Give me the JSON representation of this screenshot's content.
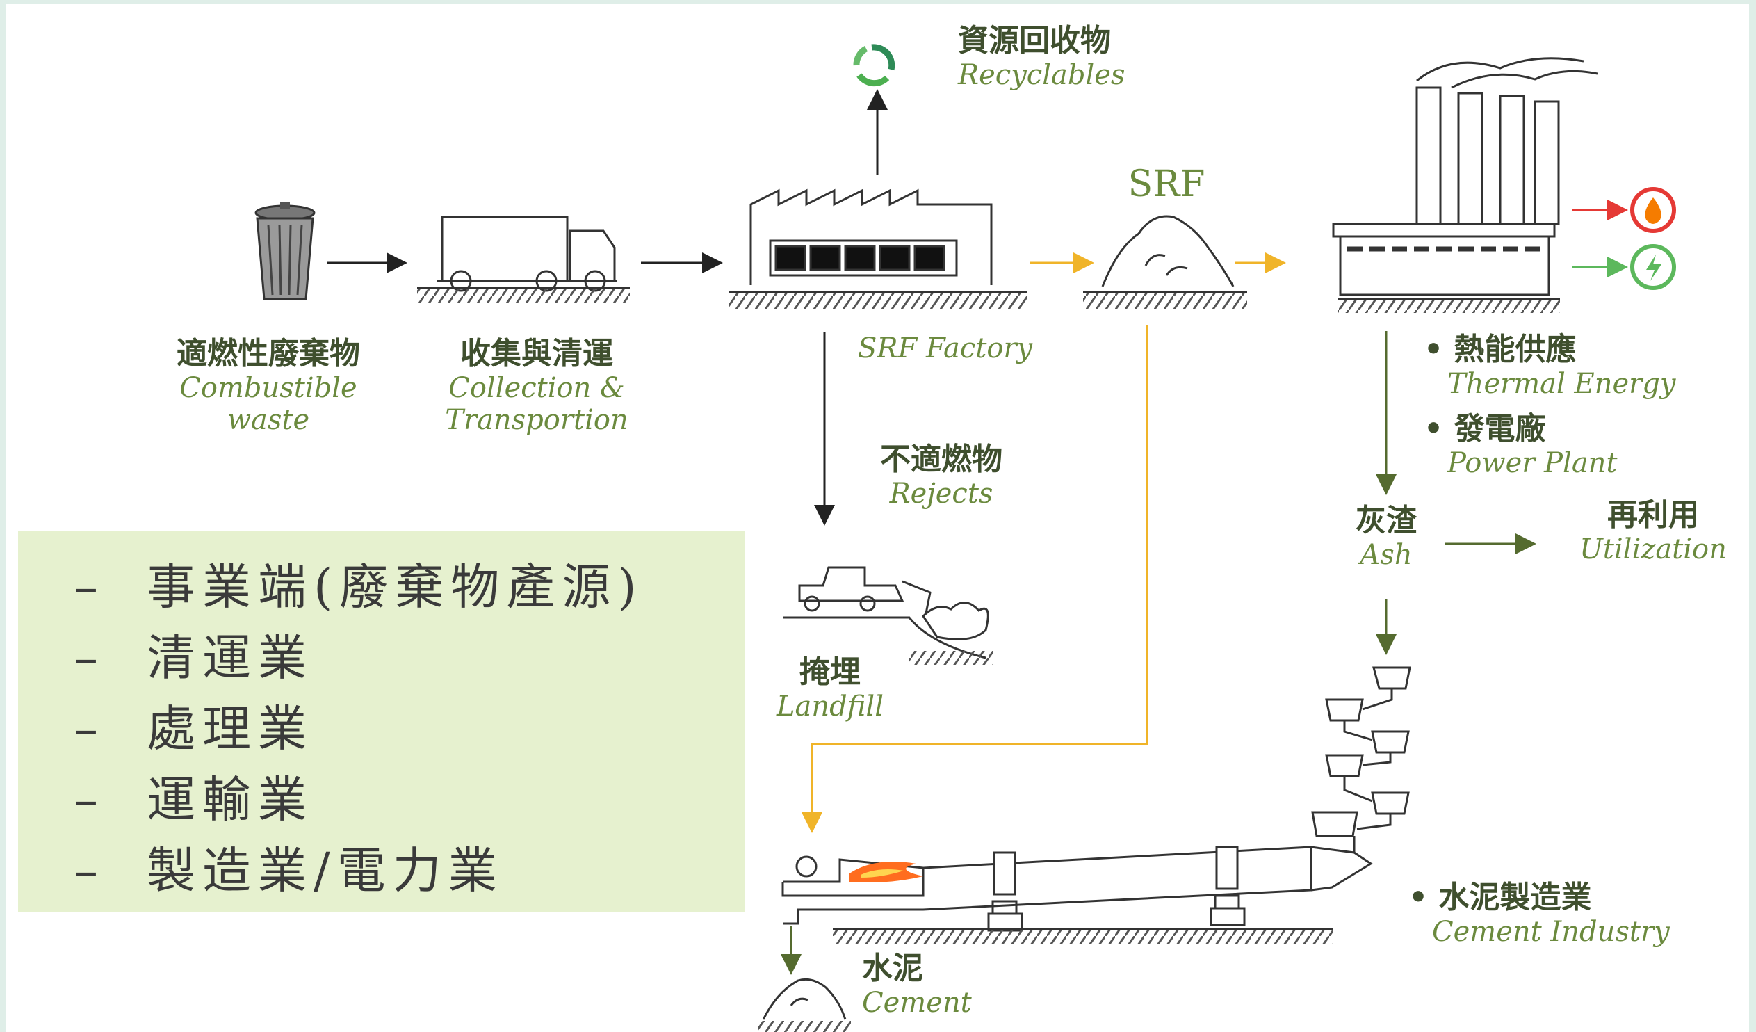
{
  "nodes": {
    "waste": {
      "zh": "適燃性廢棄物",
      "en1": "Combustible",
      "en2": "waste"
    },
    "collection": {
      "zh": "收集與清運",
      "en1": "Collection &",
      "en2": "Transportion"
    },
    "recyclables": {
      "zh": "資源回收物",
      "en": "Recyclables"
    },
    "srf_factory": {
      "en": "SRF Factory"
    },
    "srf": {
      "en": "SRF"
    },
    "rejects": {
      "zh": "不適燃物",
      "en": "Rejects"
    },
    "landfill": {
      "zh": "掩埋",
      "en": "Landfill"
    },
    "thermal": {
      "zh": "熱能供應",
      "en": "Thermal Energy"
    },
    "power": {
      "zh": "發電廠",
      "en": "Power Plant"
    },
    "ash": {
      "zh": "灰渣",
      "en": "Ash"
    },
    "utilization": {
      "zh": "再利用",
      "en": "Utilization"
    },
    "cement_industry": {
      "zh": "水泥製造業",
      "en": "Cement Industry"
    },
    "cement": {
      "zh": "水泥",
      "en": "Cement"
    }
  },
  "legend": {
    "items": [
      "事業端(廢棄物產源)",
      "清運業",
      "處理業",
      "運輸業",
      "製造業/電力業"
    ],
    "dash": "–"
  },
  "colors": {
    "flow_black": "#222222",
    "flow_srf": "#f0b429",
    "flow_green": "#556b2f",
    "heat_red": "#e53935",
    "power_green": "#5cb85c",
    "legend_bg": "#e6f1cf"
  },
  "icons": [
    "trash-can-icon",
    "truck-icon",
    "factory-icon",
    "recycle-icon",
    "srf-pile-icon",
    "power-plant-icon",
    "fire-icon",
    "lightning-icon",
    "bulldozer-icon",
    "cyclone-preheater-icon",
    "rotary-kiln-icon",
    "flame-icon",
    "cement-pile-icon"
  ]
}
